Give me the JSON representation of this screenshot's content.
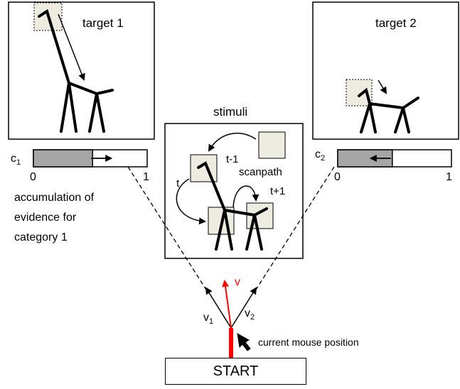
{
  "panels": {
    "target1_label": "target 1",
    "target2_label": "target 2",
    "stimuli_label": "stimuli"
  },
  "bars": {
    "c1_symbol": "c",
    "c1_subscript": "1",
    "c2_symbol": "c",
    "c2_subscript": "2",
    "tick_zero": "0",
    "tick_one": "1",
    "c1_level": 0.52,
    "c2_level": 0.48
  },
  "annotations": {
    "evidence_line1": "accumulation of",
    "evidence_line2": "evidence for",
    "evidence_line3": "category 1",
    "scanpath": "scanpath",
    "t_minus_1": "t-1",
    "t": "t",
    "t_plus_1": "t+1",
    "v": "v",
    "v1_symbol": "v",
    "v1_subscript": "1",
    "v2_symbol": "v",
    "v2_subscript": "2",
    "mouse_label": "current mouse position"
  },
  "start_label": "START",
  "colors": {
    "patch_fill": "#eeece1",
    "bar_fill": "#a6a6a6",
    "velocity": "#ff0000",
    "stroke": "#000000"
  }
}
